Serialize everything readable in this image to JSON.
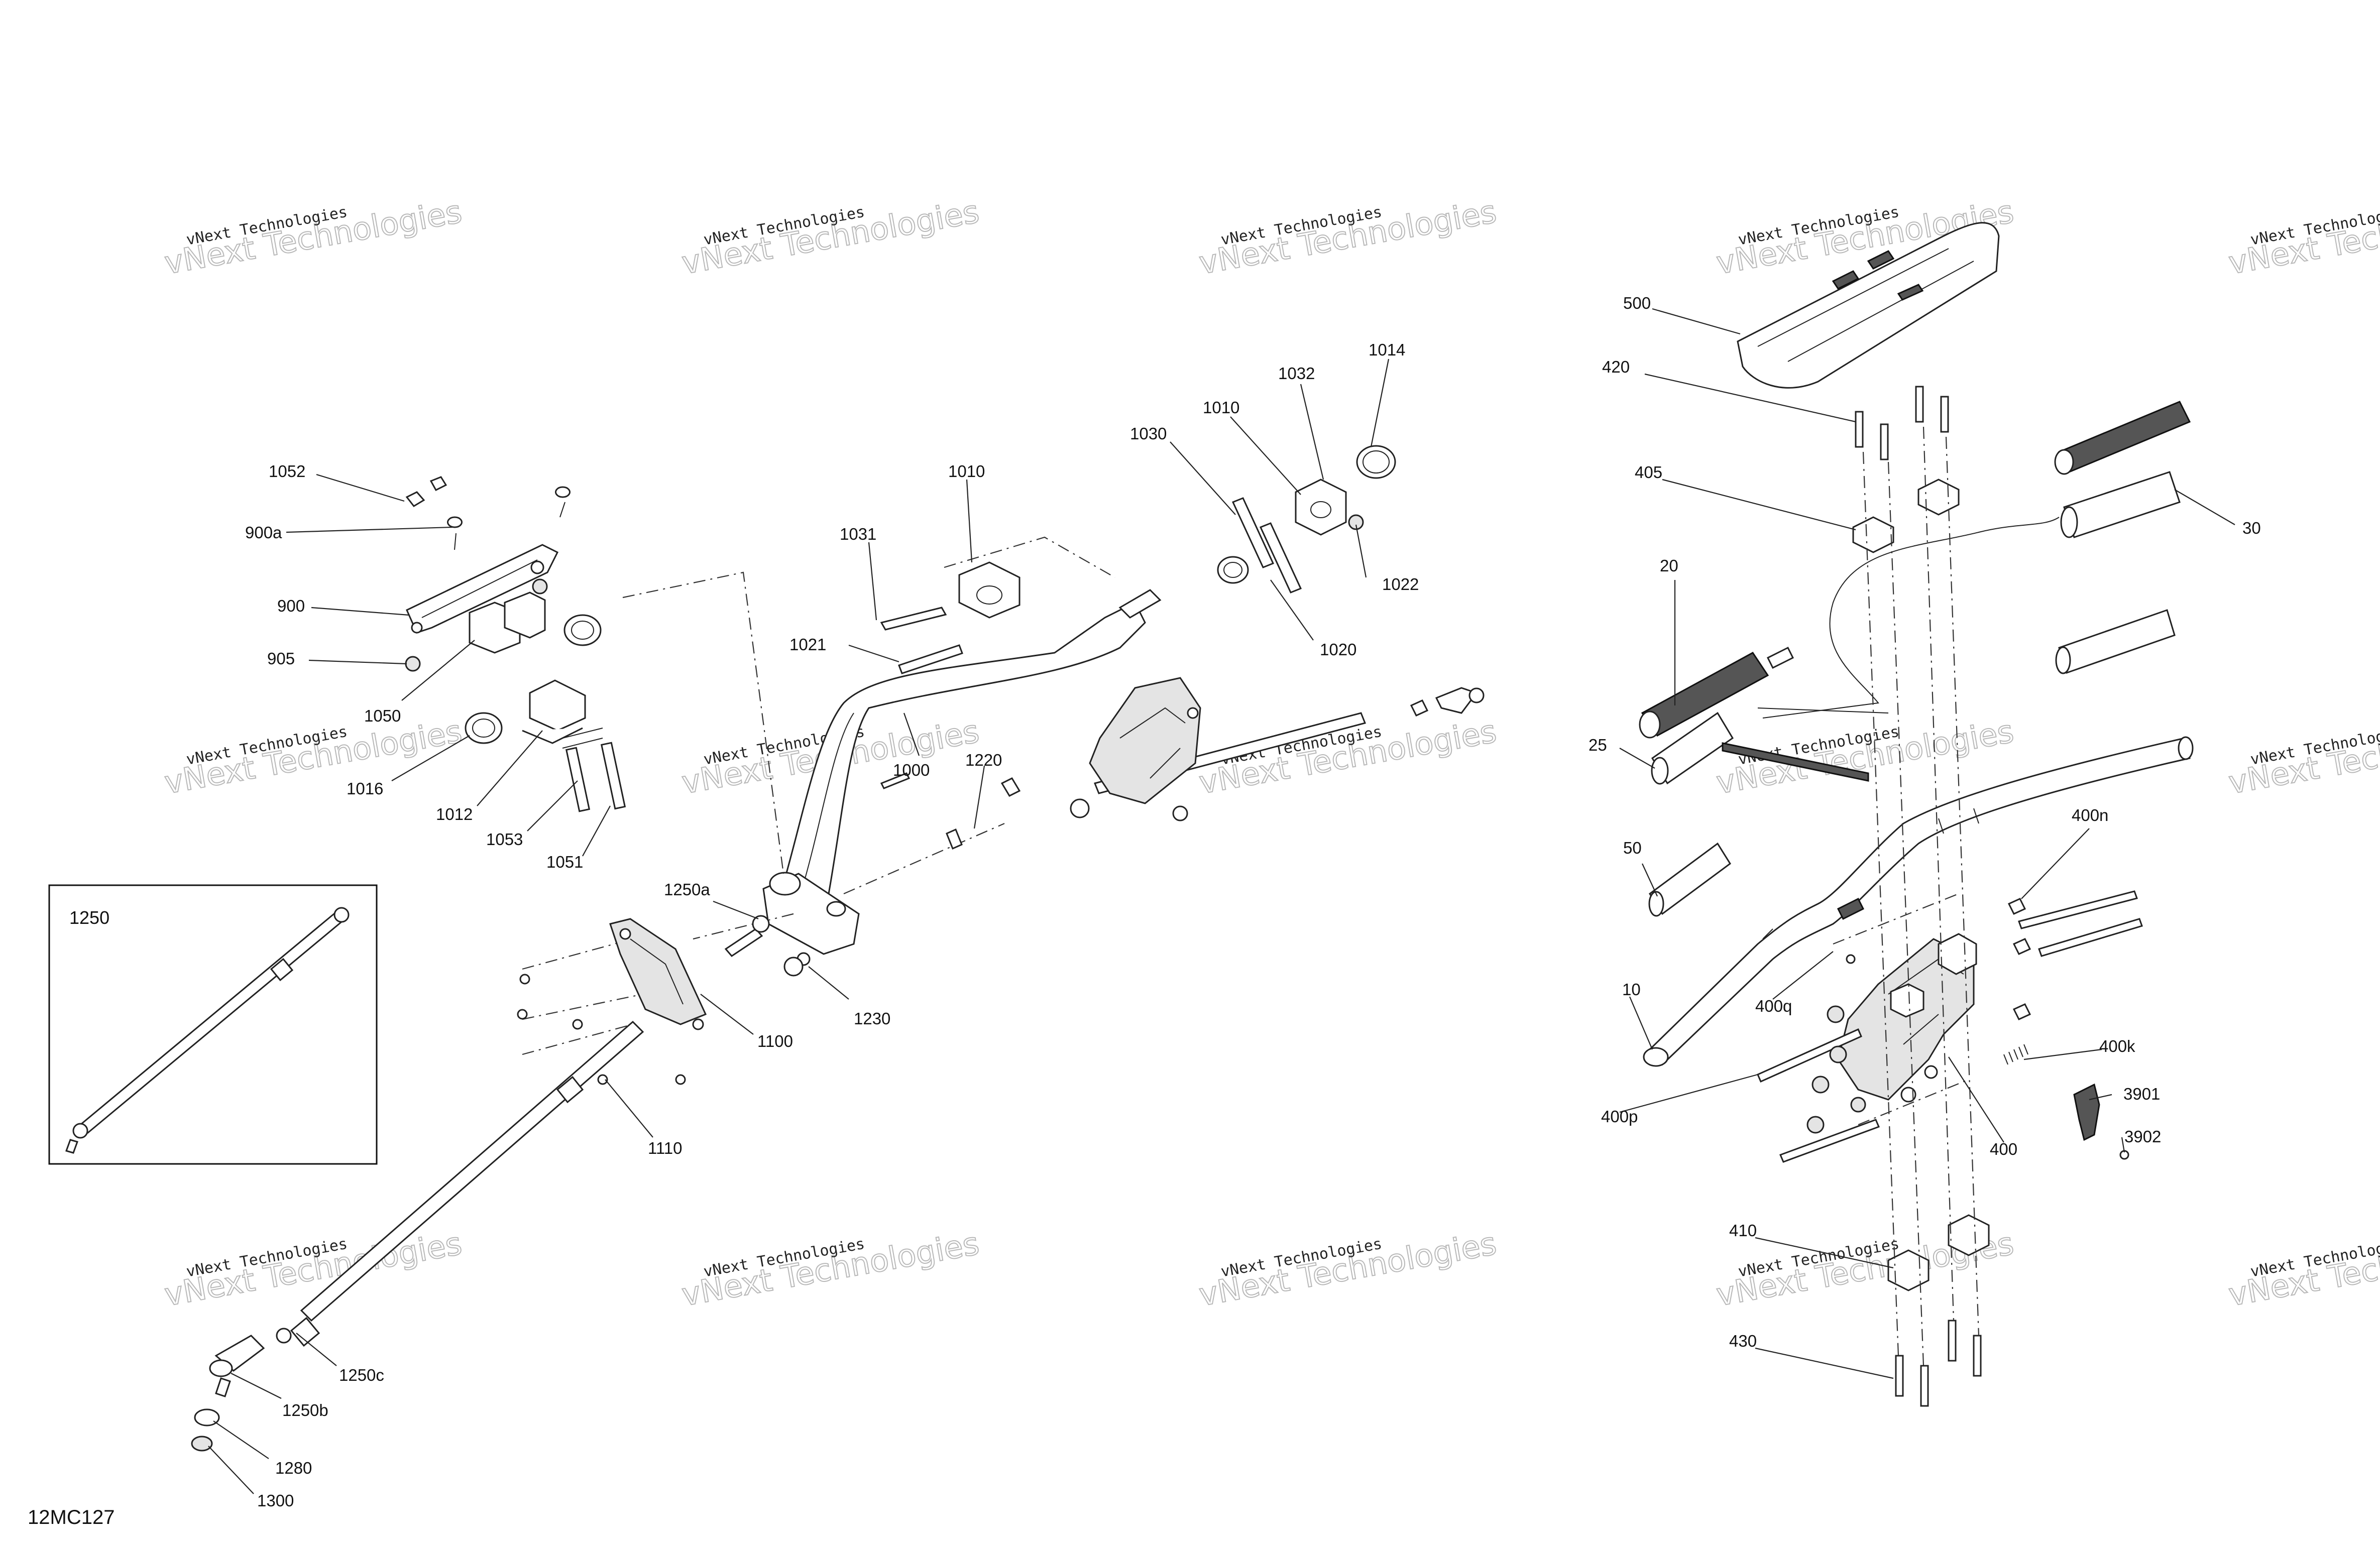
{
  "diagram": {
    "code": "12MC127",
    "inset_label": "1250",
    "watermark": {
      "line1": "vNext Technologies",
      "line2": "vNext Technologies"
    },
    "callouts": [
      {
        "id": "1052",
        "label": "1052"
      },
      {
        "id": "900a",
        "label": "900a"
      },
      {
        "id": "900",
        "label": "900"
      },
      {
        "id": "905",
        "label": "905"
      },
      {
        "id": "1050",
        "label": "1050"
      },
      {
        "id": "1016",
        "label": "1016"
      },
      {
        "id": "1012",
        "label": "1012"
      },
      {
        "id": "1053",
        "label": "1053"
      },
      {
        "id": "1051",
        "label": "1051"
      },
      {
        "id": "1010a",
        "label": "1010"
      },
      {
        "id": "1031",
        "label": "1031"
      },
      {
        "id": "1021",
        "label": "1021"
      },
      {
        "id": "1000",
        "label": "1000"
      },
      {
        "id": "1220",
        "label": "1220"
      },
      {
        "id": "1250a",
        "label": "1250a"
      },
      {
        "id": "1230",
        "label": "1230"
      },
      {
        "id": "1100",
        "label": "1100"
      },
      {
        "id": "1110",
        "label": "1110"
      },
      {
        "id": "1030",
        "label": "1030"
      },
      {
        "id": "1010b",
        "label": "1010"
      },
      {
        "id": "1032",
        "label": "1032"
      },
      {
        "id": "1014",
        "label": "1014"
      },
      {
        "id": "1022",
        "label": "1022"
      },
      {
        "id": "1020",
        "label": "1020"
      },
      {
        "id": "1250c",
        "label": "1250c"
      },
      {
        "id": "1250b",
        "label": "1250b"
      },
      {
        "id": "1280",
        "label": "1280"
      },
      {
        "id": "1300",
        "label": "1300"
      },
      {
        "id": "500",
        "label": "500"
      },
      {
        "id": "420",
        "label": "420"
      },
      {
        "id": "405",
        "label": "405"
      },
      {
        "id": "30",
        "label": "30"
      },
      {
        "id": "20",
        "label": "20"
      },
      {
        "id": "25",
        "label": "25"
      },
      {
        "id": "50",
        "label": "50"
      },
      {
        "id": "10",
        "label": "10"
      },
      {
        "id": "400n",
        "label": "400n"
      },
      {
        "id": "400q",
        "label": "400q"
      },
      {
        "id": "400k",
        "label": "400k"
      },
      {
        "id": "3901",
        "label": "3901"
      },
      {
        "id": "3902",
        "label": "3902"
      },
      {
        "id": "400p",
        "label": "400p"
      },
      {
        "id": "400",
        "label": "400"
      },
      {
        "id": "410",
        "label": "410"
      },
      {
        "id": "430",
        "label": "430"
      }
    ]
  }
}
